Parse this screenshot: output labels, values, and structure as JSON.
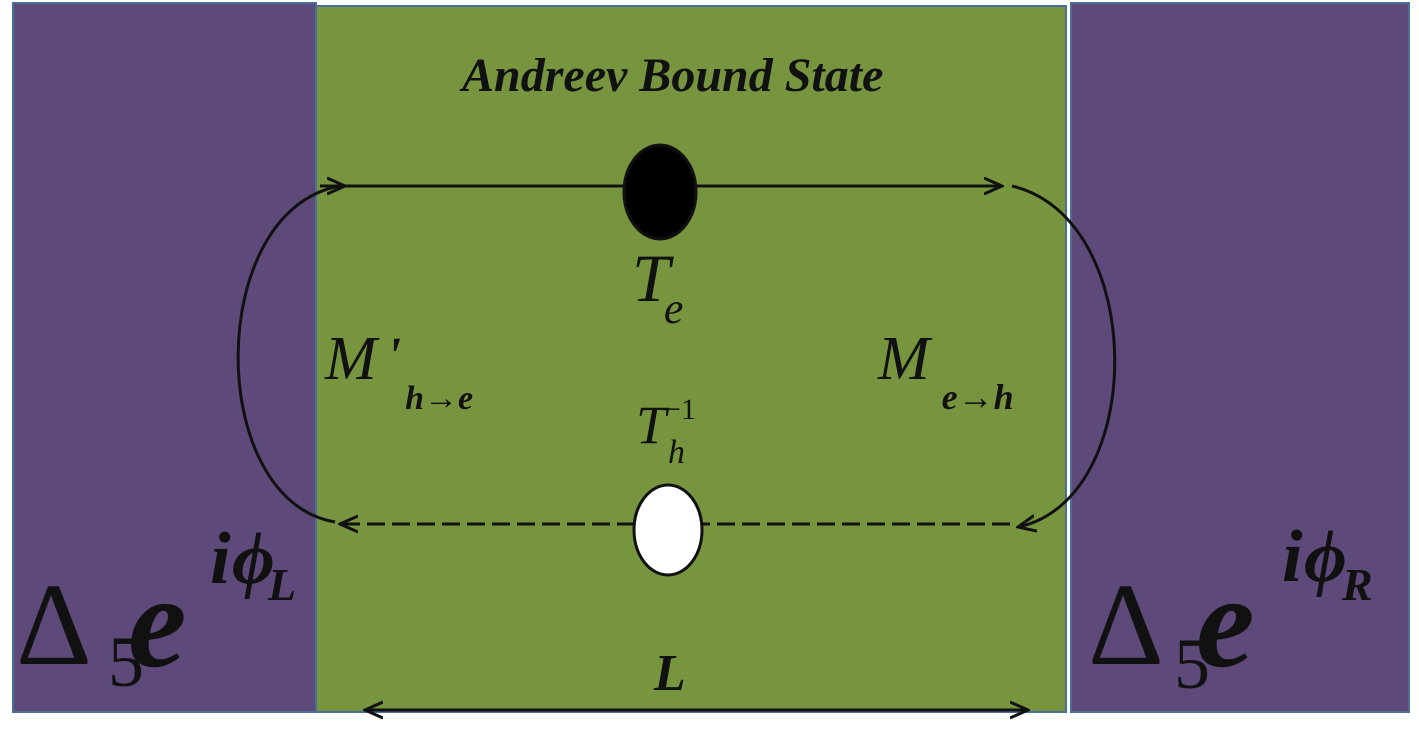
{
  "title": "Andreev Bound State",
  "labels": {
    "electron_transfer": {
      "base": "T",
      "sub": "e"
    },
    "hole_transfer": {
      "base": "T",
      "sub": "h",
      "sup": "−1"
    },
    "left_reflection": {
      "base": "M",
      "prime": "'",
      "sub": "h→e"
    },
    "right_reflection": {
      "base": "M",
      "sub": "e→h"
    },
    "length": "L",
    "left_gap": {
      "delta": "Δ",
      "index": "5",
      "e": "e",
      "i": "i",
      "phi": "ϕ",
      "sub": "L"
    },
    "right_gap": {
      "delta": "Δ",
      "index": "5",
      "e": "e",
      "i": "i",
      "phi": "ϕ",
      "sub": "R"
    }
  },
  "colors": {
    "superconductor": "#5e4a7a",
    "normal_region": "#77953e",
    "border": "#4a6f96",
    "stroke": "#111111",
    "hole_fill": "#ffffff",
    "electron_fill": "#000000"
  }
}
